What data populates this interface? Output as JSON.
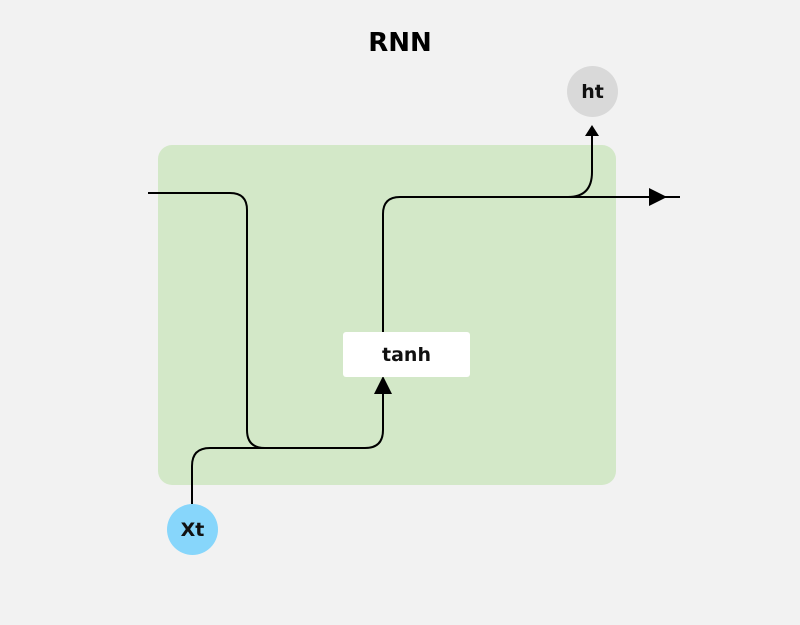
{
  "title": "RNN",
  "gate": {
    "label": "tanh"
  },
  "nodes": {
    "output": {
      "label": "ht",
      "color": "#d9d9d9"
    },
    "input": {
      "label": "Xt",
      "color": "#87d6fb"
    }
  },
  "cell": {
    "color": "#d3e8c8"
  },
  "background": "#f2f2f2"
}
